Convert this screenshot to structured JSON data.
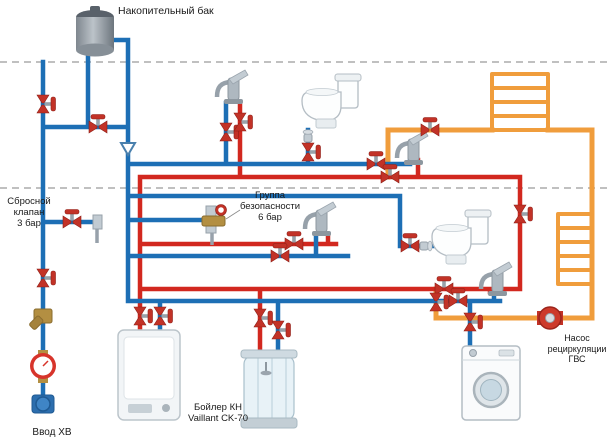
{
  "labels": {
    "tank": "Накопительный бак",
    "relief_valve": "Сбросной клапан\n3 бар",
    "safety_group": "Группа безопасности\n6 бар",
    "boiler": "Бойлер КН\nVaillant CK-70",
    "cold_inlet": "Ввод ХВ",
    "recirc_pump": "Насос рециркуляции\nГВС"
  },
  "colors": {
    "pipe-cold": "#1d6fb5",
    "pipe-hot": "#d2281f",
    "pipe-recirc": "#f09d3c",
    "valve-red": "#c23227",
    "dashed-line": "#9a9a9a",
    "label-text": "#1a1a1a"
  },
  "equipment_icons": [
    "storage-tank-icon",
    "boiler-icon",
    "shower-cabin-icon",
    "washing-machine-icon",
    "toilet-icon",
    "faucet-icon",
    "water-meter-icon",
    "inlet-pump-icon",
    "recirc-pump-icon",
    "towel-radiator-icon",
    "safety-group-icon",
    "relief-valve-icon",
    "brass-filter-icon",
    "valve-icon",
    "angle-valve-icon",
    "tundish-icon"
  ]
}
